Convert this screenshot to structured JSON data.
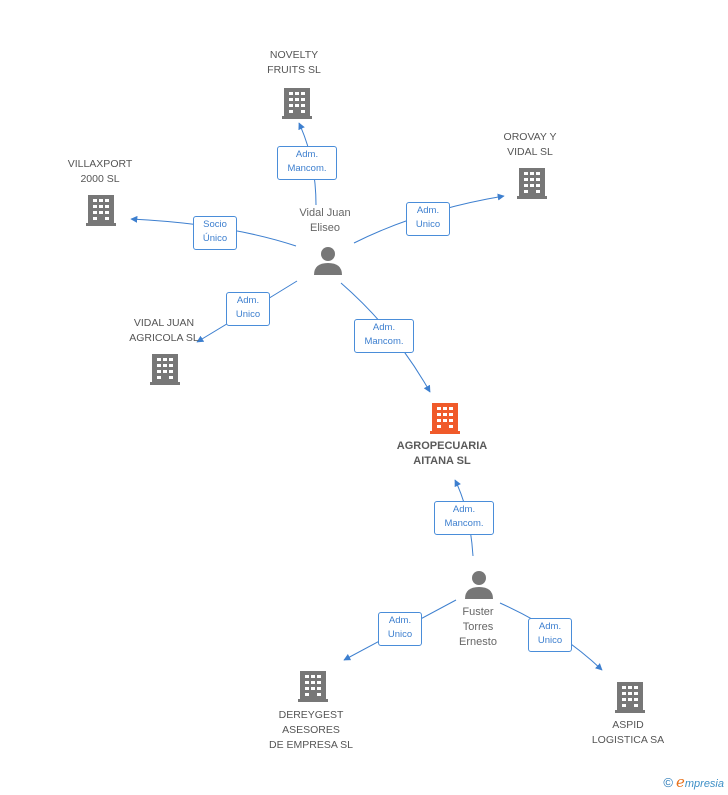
{
  "colors": {
    "edge": "#3d7fcf",
    "company_icon": "#777777",
    "main_company_icon": "#f05a2a",
    "person_icon": "#777777"
  },
  "nodes": {
    "novelty": "NOVELTY\nFRUITS SL",
    "villaxport": "VILLAXPORT\n2000 SL",
    "orovay": "OROVAY Y\nVIDAL SL",
    "vidal_agricola": "VIDAL JUAN\nAGRICOLA SL",
    "vidal_juan": "Vidal Juan\nEliseo",
    "agropecuaria": "AGROPECUARIA\nAITANA SL",
    "fuster": "Fuster\nTorres\nErnesto",
    "dereygest": "DEREYGEST\nASESORES\nDE EMPRESA SL",
    "aspid": "ASPID\nLOGISTICA SA"
  },
  "edges": {
    "e_novelty": "Adm.\nMancom.",
    "e_villaxport": "Socio\nÚnico",
    "e_orovay": "Adm.\nUnico",
    "e_agricola": "Adm.\nUnico",
    "e_agropecuaria_vidal": "Adm.\nMancom.",
    "e_agropecuaria_fuster": "Adm.\nMancom.",
    "e_dereygest": "Adm.\nUnico",
    "e_aspid": "Adm.\nUnico"
  },
  "footer": {
    "copyright": "©",
    "brand_initial": "e",
    "brand_rest": "mpresia"
  }
}
